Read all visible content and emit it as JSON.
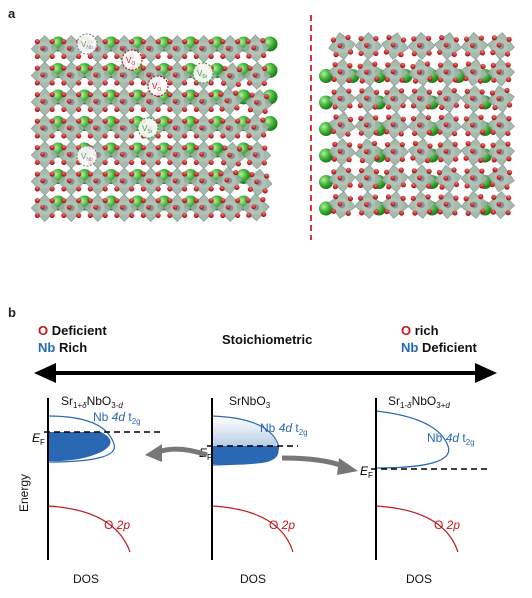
{
  "panel_a": {
    "label": "a",
    "defects": [
      {
        "sym": "V",
        "sub": "Nb"
      },
      {
        "sym": "V",
        "sub": "O"
      },
      {
        "sym": "V",
        "sub": "O"
      },
      {
        "sym": "V",
        "sub": "Sr"
      },
      {
        "sym": "V",
        "sub": "Sr"
      },
      {
        "sym": "V",
        "sub": "Nb"
      }
    ]
  },
  "panel_b": {
    "label": "b",
    "left_header": {
      "o": "O",
      "o_text": "Deficient",
      "nb": "Nb",
      "nb_text": "Rich"
    },
    "center_header": "Stoichiometric",
    "right_header": {
      "o": "O",
      "o_text": "rich",
      "nb": "Nb",
      "nb_text": "Deficient"
    },
    "formulas": {
      "left": {
        "a": "Sr",
        "b": "1+",
        "c": "δ",
        "d": "NbO",
        "e": "3-",
        "f": "d"
      },
      "center": {
        "a": "SrNbO",
        "b": "3"
      },
      "right": {
        "a": "Sr",
        "b": "1-",
        "c": "δ",
        "d": "NbO",
        "e": "3+",
        "f": "d"
      }
    },
    "band_label": {
      "nb": "Nb ",
      "d": "4d",
      "t": " t",
      "sub": "2g"
    },
    "o2p": {
      "o": "O ",
      "p": "2p"
    },
    "ef": {
      "e": "E",
      "sub": "F"
    },
    "energy_label": "Energy",
    "dos_label": "DOS"
  }
}
